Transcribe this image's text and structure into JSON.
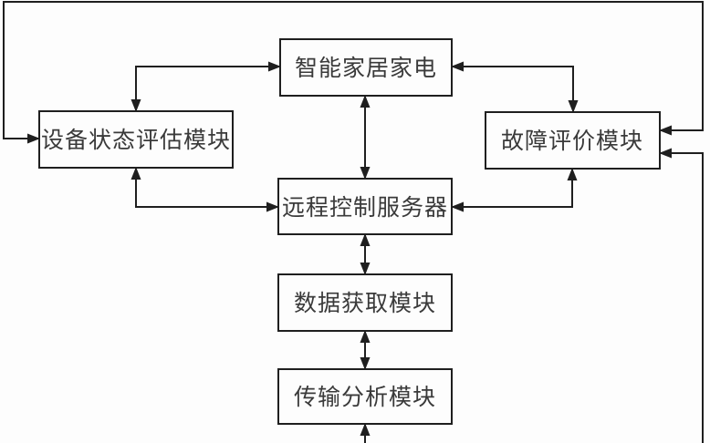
{
  "figure": {
    "type": "flowchart",
    "background_color": "#fdfdfd",
    "line_color": "#1f1f1f",
    "text_color": "#3a3a3a",
    "nodes": {
      "smart_home_appliance": {
        "label": "智能家居家电"
      },
      "device_status_evaluation": {
        "label": "设备状态评估模块"
      },
      "fault_evaluation": {
        "label": "故障评价模块"
      },
      "remote_control_server": {
        "label": "远程控制服务器"
      },
      "data_acquisition": {
        "label": "数据获取模块"
      },
      "transmission_analysis": {
        "label": "传输分析模块"
      }
    },
    "edges": [
      {
        "between": [
          "device_status_evaluation",
          "smart_home_appliance"
        ],
        "arrows": "both",
        "route": "elbow-top-left"
      },
      {
        "between": [
          "smart_home_appliance",
          "fault_evaluation"
        ],
        "arrows": "both",
        "route": "elbow-top-right"
      },
      {
        "between": [
          "smart_home_appliance",
          "remote_control_server"
        ],
        "arrows": "both",
        "route": "vertical-center"
      },
      {
        "between": [
          "device_status_evaluation",
          "remote_control_server"
        ],
        "arrows": "both",
        "route": "elbow-left"
      },
      {
        "between": [
          "fault_evaluation",
          "remote_control_server"
        ],
        "arrows": "both",
        "route": "elbow-right"
      },
      {
        "between": [
          "remote_control_server",
          "data_acquisition"
        ],
        "arrows": "both",
        "route": "vertical-center"
      },
      {
        "between": [
          "data_acquisition",
          "transmission_analysis"
        ],
        "arrows": "both",
        "route": "vertical-center"
      },
      {
        "between": [
          "device_status_evaluation",
          "fault_evaluation"
        ],
        "arrows": "both",
        "route": "outer-loop-around-top"
      },
      {
        "between": [
          "offscreen-bottom",
          "fault_evaluation"
        ],
        "arrows": "into-fault_evaluation",
        "route": "right-edge-vertical"
      },
      {
        "between": [
          "offscreen-bottom",
          "transmission_analysis"
        ],
        "arrows": "into-transmission_analysis",
        "route": "bottom-center-vertical"
      }
    ]
  }
}
